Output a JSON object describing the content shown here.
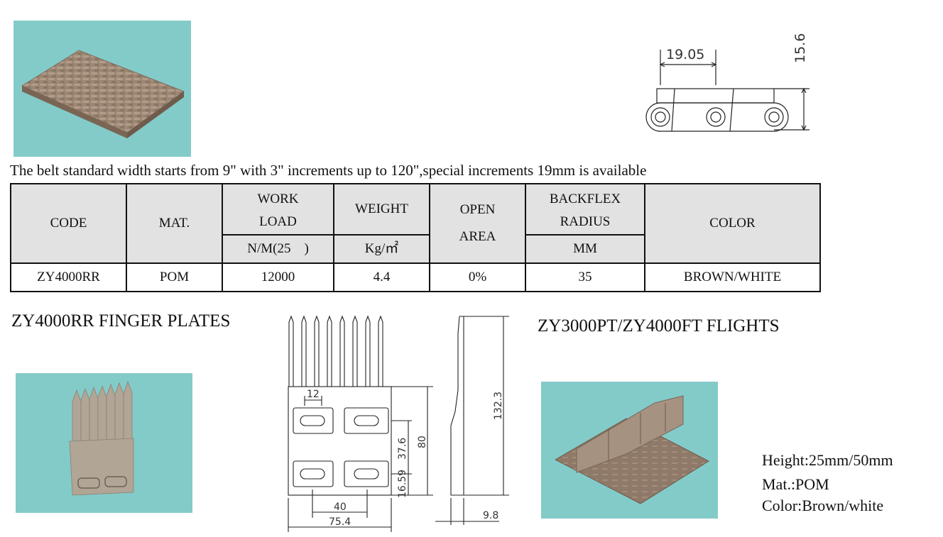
{
  "intro_text": "The belt standard width starts from 9\" with 3\" increments up to 120\",special increments 19mm is available",
  "top_drawing": {
    "pitch": "19.05",
    "height": "15.6"
  },
  "table": {
    "headers": {
      "code": "CODE",
      "mat": "MAT.",
      "work_load_1": "WORK",
      "work_load_2": "LOAD",
      "work_load_unit": "N/M(25　)",
      "weight": "WEIGHT",
      "weight_unit": "Kg/㎡",
      "open_area_1": "OPEN",
      "open_area_2": "AREA",
      "backflex_1": "BACKFLEX",
      "backflex_2": "RADIUS",
      "backflex_unit": "MM",
      "color": "COLOR"
    },
    "row": {
      "code": "ZY4000RR",
      "mat": "POM",
      "work_load": "12000",
      "weight": "4.4",
      "open_area": "0%",
      "backflex": "35",
      "color": "BROWN/WHITE"
    }
  },
  "finger_plates_title": "ZY4000RR FINGER PLATES",
  "flights_title": "ZY3000PT/ZY4000FT FLIGHTS",
  "finger_drawing": {
    "slot_width": "12",
    "row_spacing": "37.6",
    "body_height": "80",
    "bottom_offset": "16.59",
    "hole_spacing": "40",
    "total_width": "75.4",
    "total_height": "132.3",
    "thickness": "9.8"
  },
  "flight_specs": {
    "height": "Height:25mm/50mm",
    "mat": "Mat.:POM",
    "color": "Color:Brown/white"
  },
  "colors": {
    "photo_bg": "#83cbc9",
    "header_bg": "#e2e2e2",
    "belt": "#a08a76"
  }
}
